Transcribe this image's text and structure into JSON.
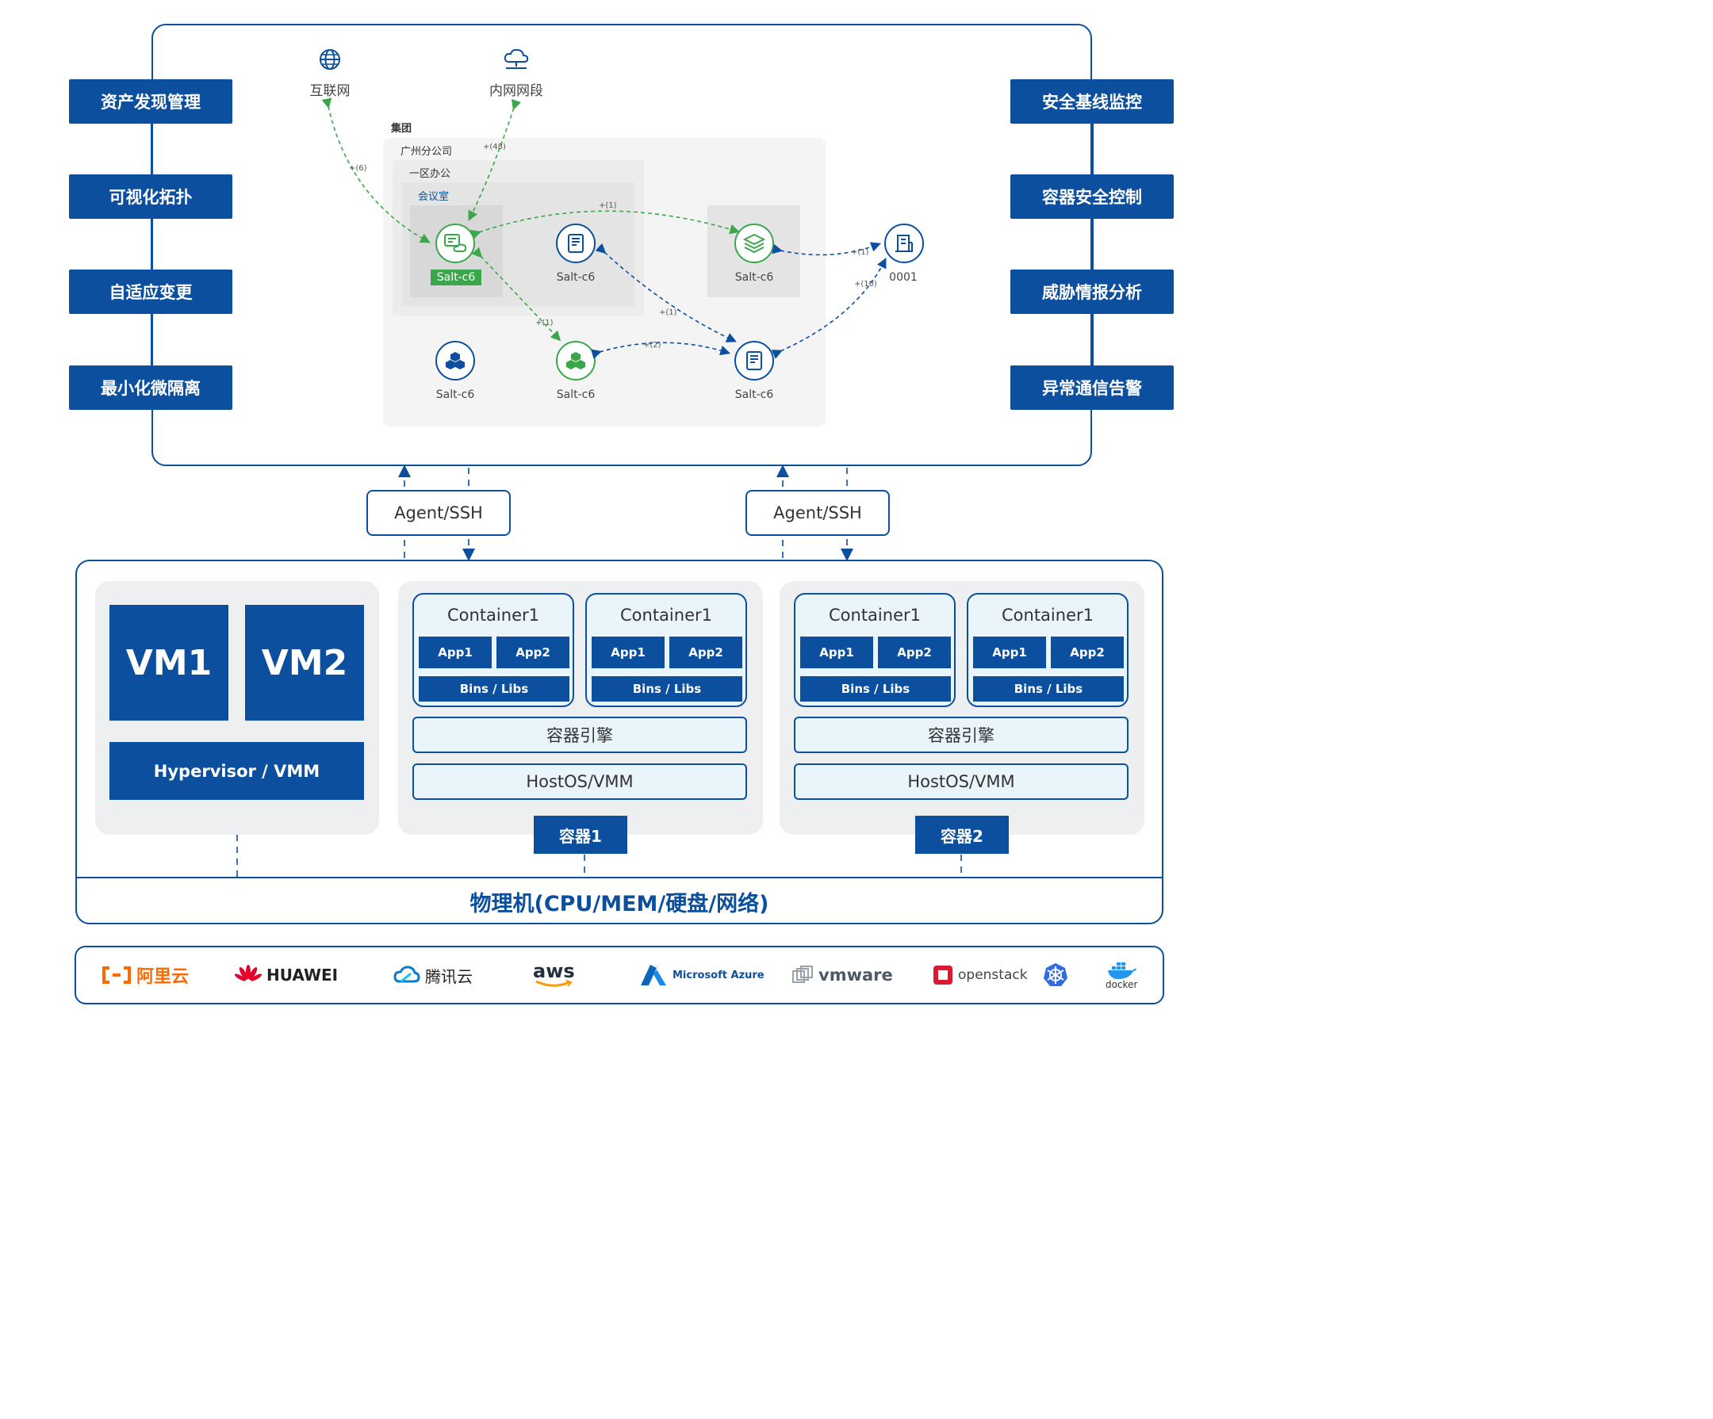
{
  "colors": {
    "primary": "#0b4f9e",
    "green": "#3aa84a",
    "panel": "#eeeff1",
    "light": "#eaf4fb"
  },
  "left_features": [
    "资产发现管理",
    "可视化拓扑",
    "自适应变更",
    "最小化微隔离"
  ],
  "right_features": [
    "安全基线监控",
    "容器安全控制",
    "威胁情报分析",
    "异常通信告警"
  ],
  "topology": {
    "external": [
      {
        "label": "互联网",
        "icon": "globe-icon"
      },
      {
        "label": "内网网段",
        "icon": "cloud-network-icon"
      }
    ],
    "groups": {
      "group": "集团",
      "branch": "广州分公司",
      "office": "一区办公",
      "room": "会议室"
    },
    "nodes": {
      "selected": "Salt-c6",
      "server_a": "Salt-c6",
      "layers": "Salt-c6",
      "cluster": "Salt-c6",
      "green_cluster": "Salt-c6",
      "server_b": "Salt-c6",
      "building": "0001"
    },
    "edges": {
      "internet": "+(6)",
      "intranet": "+(48)",
      "selected_layers": "+(1)",
      "selected_green": "+(1)",
      "server_a_b": "+(1)",
      "green_b": "+(2)",
      "layers_building": "+(1)",
      "b_building": "+(10)"
    }
  },
  "agents": [
    "Agent/SSH",
    "Agent/SSH"
  ],
  "vm_panel": {
    "vm1": "VM1",
    "vm2": "VM2",
    "hypervisor": "Hypervisor / VMM"
  },
  "container_panels": [
    {
      "tag": "容器1",
      "containers": [
        {
          "title": "Container1",
          "app1": "App1",
          "app2": "App2",
          "libs": "Bins / Libs"
        },
        {
          "title": "Container1",
          "app1": "App1",
          "app2": "App2",
          "libs": "Bins / Libs"
        }
      ],
      "engine": "容器引擎",
      "host": "HostOS/VMM"
    },
    {
      "tag": "容器2",
      "containers": [
        {
          "title": "Container1",
          "app1": "App1",
          "app2": "App2",
          "libs": "Bins / Libs"
        },
        {
          "title": "Container1",
          "app1": "App1",
          "app2": "App2",
          "libs": "Bins / Libs"
        }
      ],
      "engine": "容器引擎",
      "host": "HostOS/VMM"
    }
  ],
  "physical": "物理机(CPU/MEM/硬盘/网络)",
  "vendors": {
    "aliyun": "阿里云",
    "huawei": "HUAWEI",
    "tencent": "腾讯云",
    "aws": "aws",
    "azure": "Microsoft Azure",
    "vmware": "vmware",
    "openstack": "openstack",
    "docker": "docker"
  }
}
